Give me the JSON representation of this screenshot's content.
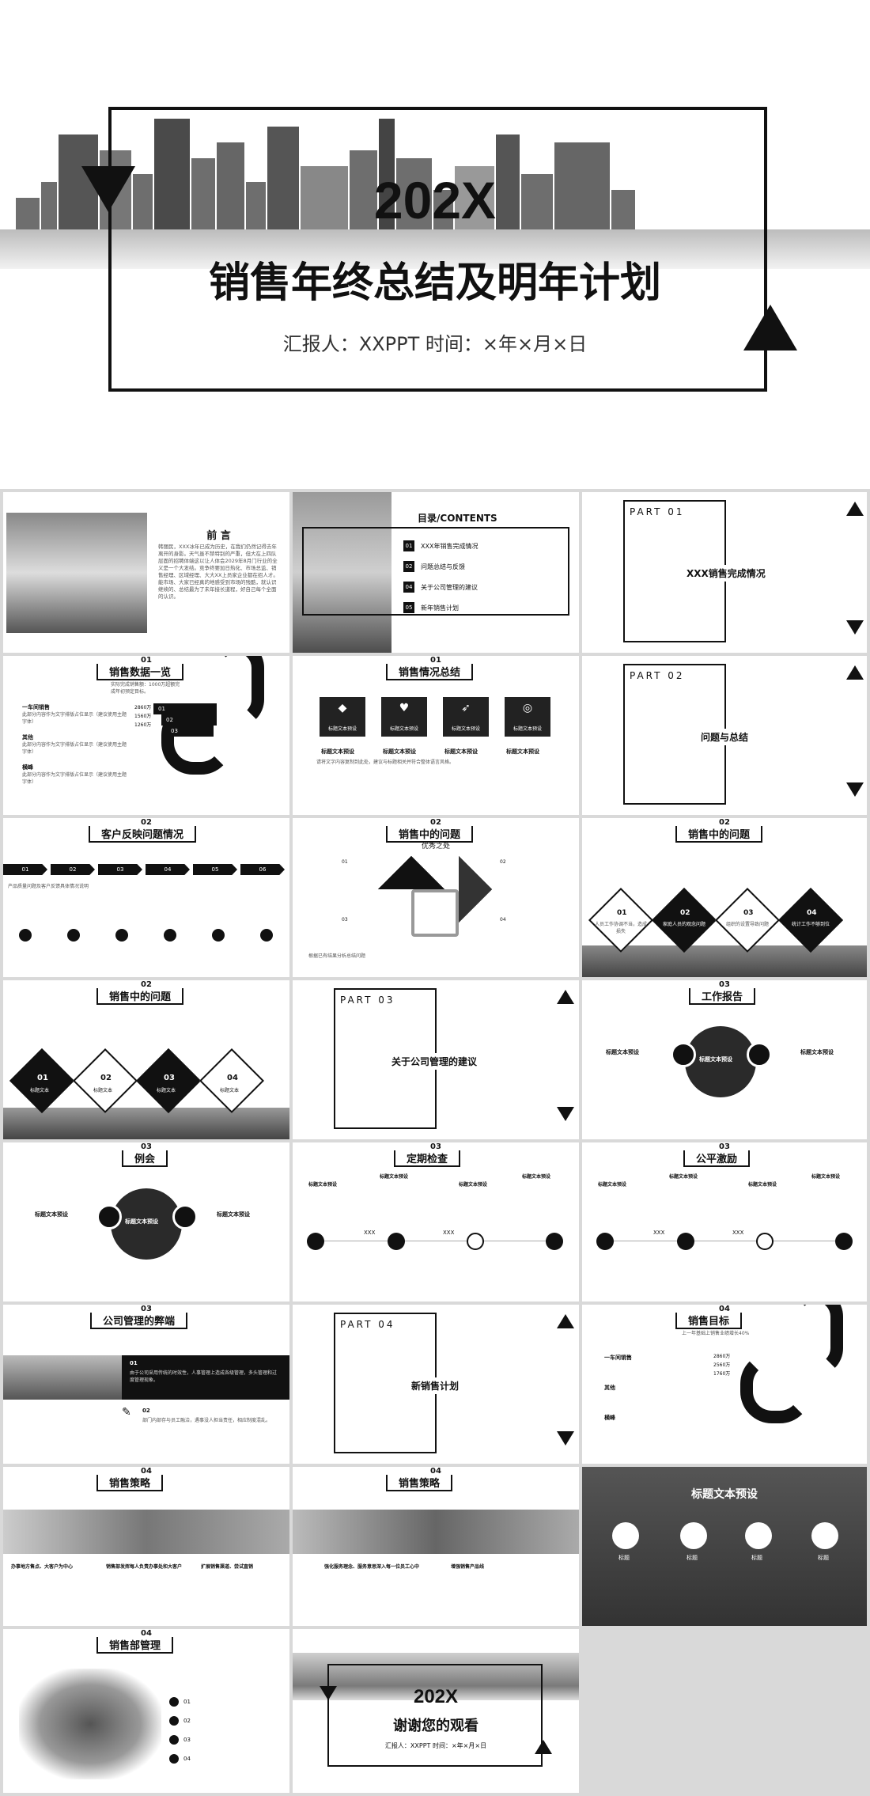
{
  "hero": {
    "year": "202X",
    "title": "销售年终总结及明年计划",
    "reporter": "汇报人：XXPPT   时间：×年×月×日"
  },
  "s1": {
    "title": "前  言",
    "body": "韩丽民，XXX冰年已成为历史，在我们仍然记得去年离开的身影。天气虽不禁特别的严重，但大在上四队层面的招聘体端这以让人体会2029年8月门行业的全义是一个大发结。竞争终要加日热化、市场总监、销售经理、区域经理、大大XX上员家企业都在招人才。能市场、大家已经真的地感受到市场的残酷，就认识继续的、总结最为了未年接长道程，好自己每个全面的认识。"
  },
  "s2": {
    "title": "目录/CONTENTS",
    "items": [
      {
        "n": "01",
        "label": "XXX年销售完成情况"
      },
      {
        "n": "02",
        "label": "问题总结与反馈"
      },
      {
        "n": "04",
        "label": "关于公司管理的建议"
      },
      {
        "n": "05",
        "label": "新年销售计划"
      }
    ]
  },
  "s3": {
    "part": "PART  01",
    "title": "XXX销售完成情况"
  },
  "s4": {
    "num": "01",
    "title": "销售数据一览",
    "sub": "实际完成销售额：1000万超额完成年初预定目标。",
    "items": [
      {
        "h": "一车间销售",
        "d": "此部分内容作为文字排版占位显示（建议使用主题字体）"
      },
      {
        "h": "其他",
        "d": "此部分内容作为文字排版占位显示（建议使用主题字体）"
      },
      {
        "h": "横峰",
        "d": "此部分内容作为文字排版占位显示（建议使用主题字体）"
      }
    ],
    "vals": [
      "2860万",
      "1560万",
      "1260万"
    ],
    "road": [
      "01",
      "02",
      "03"
    ]
  },
  "s5": {
    "num": "01",
    "title": "销售情况总结",
    "cards": [
      "标题文本预设",
      "标题文本预设",
      "标题文本预设",
      "标题文本预设"
    ],
    "heads": [
      "标题文本预设",
      "标题文本预设",
      "标题文本预设",
      "标题文本预设"
    ],
    "desc": "请将文字内容复制到此处，建议与标题相关并符合整体语言风格。"
  },
  "s6": {
    "part": "PART  02",
    "title": "问题与总结"
  },
  "s7": {
    "num": "02",
    "title": "客户反映问题情况",
    "tags": [
      "01",
      "02",
      "03",
      "04",
      "05",
      "06"
    ],
    "desc": "产品质量问题及客户反馈具体情况说明"
  },
  "s8": {
    "num": "02",
    "title": "销售中的问题",
    "sub": "优秀之处",
    "labels": [
      "01",
      "02",
      "03",
      "04"
    ],
    "desc": "根据已有结果分析总结问题"
  },
  "s9": {
    "num": "02",
    "title": "销售中的问题",
    "d": [
      "01",
      "02",
      "03",
      "04"
    ],
    "dl": [
      "人员工作协调不当，造成损失",
      "家庭人员的观念问题",
      "组织的设置导致问题",
      "统计工作不够到位"
    ]
  },
  "s10": {
    "num": "02",
    "title": "销售中的问题",
    "d": [
      "01",
      "02",
      "03",
      "04"
    ],
    "dl": [
      "标题文本",
      "标题文本",
      "标题文本",
      "标题文本"
    ]
  },
  "s11": {
    "part": "PART  03",
    "title": "关于公司管理的建议"
  },
  "s12": {
    "num": "03",
    "title": "工作报告",
    "center": "标题文本预设",
    "left": "标题文本预设",
    "right": "标题文本预设"
  },
  "s13": {
    "num": "03",
    "title": "例会",
    "center": "标题文本预设",
    "left": "标题文本预设",
    "right": "标题文本预设"
  },
  "s14": {
    "num": "03",
    "title": "定期检查",
    "heads": [
      "标题文本预设",
      "标题文本预设",
      "标题文本预设",
      "标题文本预设"
    ],
    "x": [
      "XXX",
      "XXX"
    ]
  },
  "s15": {
    "num": "03",
    "title": "公平激励",
    "heads": [
      "标题文本预设",
      "标题文本预设",
      "标题文本预设",
      "标题文本预设"
    ],
    "x": [
      "XXX",
      "XXX"
    ]
  },
  "s16": {
    "num": "03",
    "title": "公司管理的弊端",
    "p1": "01",
    "t1": "由于公司采用传统的时效性，人事管理上造成各级管理，多头管理和过度管理现象。",
    "p2": "02",
    "t2": "部门内部存与员工融洽，遇事没人担当责任，相应制度混乱。"
  },
  "s17": {
    "part": "PART  04",
    "title": "新销售计划"
  },
  "s18": {
    "num": "04",
    "title": "销售目标",
    "sub": "上一年基础上销售业绩增长40%",
    "items": [
      "一车间销售",
      "其他",
      "横峰"
    ],
    "vals": [
      "2860万",
      "2560万",
      "1760万"
    ]
  },
  "s19": {
    "num": "04",
    "title": "销售策略",
    "cols": [
      "办事地方售点、大客户为中心",
      "销售部发挥每人负责办事处和大客户",
      "扩展销售渠道、尝试直销"
    ]
  },
  "s20": {
    "num": "04",
    "title": "销售策略",
    "cols": [
      "强化服务理念、服务意思深入每一位员工心中",
      "增强销售产品线"
    ]
  },
  "s21": {
    "title": "标题文本预设",
    "items": [
      "标题",
      "标题",
      "标题",
      "标题"
    ]
  },
  "s22": {
    "num": "04",
    "title": "销售部管理",
    "items": [
      "01",
      "02",
      "03",
      "04"
    ]
  },
  "s23": {
    "year": "202X",
    "title": "谢谢您的观看",
    "meta": "汇报人：XXPPT   时间：×年×月×日"
  }
}
